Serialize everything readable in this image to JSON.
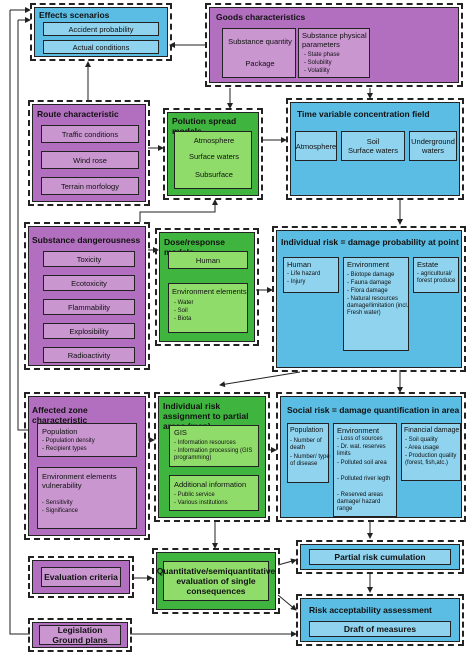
{
  "effects": {
    "title": "Effects scenarios",
    "items": [
      "Accident probability",
      "Actual conditions"
    ]
  },
  "goods": {
    "title": "Goods characteristics",
    "left": [
      "Substance quantity",
      "Package"
    ],
    "right_title": "Substance physical parameters",
    "right_items": [
      "- State phase",
      "- Solubility",
      "- Volatility"
    ]
  },
  "route": {
    "title": "Route characteristic",
    "items": [
      "Traffic conditions",
      "Wind rose",
      "Terrain morfology"
    ]
  },
  "pollution": {
    "title": "Polution spread models",
    "items": [
      "Atmosphere",
      "Surface waters",
      "Subsurface"
    ]
  },
  "timevar": {
    "title": "Time variable concentration field",
    "items": [
      "Atmosphere",
      "Soil\nSurface waters",
      "Underground waters"
    ]
  },
  "substance": {
    "title": "Substance dangerousness",
    "items": [
      "Toxicity",
      "Ecotoxicity",
      "Flammability",
      "Explosibility",
      "Radioactivity"
    ]
  },
  "dose": {
    "title": "Dose/response models",
    "human": "Human",
    "env_title": "Environment elements",
    "env_items": [
      "- Water",
      "- Soil",
      "- Biota"
    ]
  },
  "individual": {
    "title": "Individual risk = damage probability at point",
    "human_title": "Human",
    "human_items": [
      "- Life hazard",
      "- Injury"
    ],
    "env_title": "Environment",
    "env_items": [
      "- Biotope damage",
      "- Fauna damage",
      "- Flora damage",
      "- Natural resources damage/limitation (incl. Fresh water)"
    ],
    "estate_title": "Estate",
    "estate_items": [
      "- agricultural/ forest produce"
    ]
  },
  "affected": {
    "title": "Affected zone characteristic",
    "pop_title": "Population",
    "pop_items": [
      "- Population density",
      "- Recipient types"
    ],
    "env_title": "Environment elements vulnerability",
    "env_items": [
      "- Sensitivity",
      "- Significance"
    ]
  },
  "assign": {
    "title": "Individual risk assignment to partial areas (map)",
    "gis_title": "GIS",
    "gis_items": [
      "- Information resources",
      "- Information processing (GIS programming)"
    ],
    "add_title": "Additional information",
    "add_items": [
      "- Public service",
      "- Various institutions"
    ]
  },
  "social": {
    "title": "Social risk = damage quantification in area",
    "pop_title": "Population",
    "pop_items": [
      "- Number of death",
      "- Number/ type of disease"
    ],
    "env_title": "Environment",
    "env_items": [
      "- Loss of sources",
      "- Dr. wat. reserves limits",
      "- Polluted soil area",
      "- Polluted river legth",
      "- Reserved areas damage/ hazard range"
    ],
    "fin_title": "Financial damage",
    "fin_items": [
      "- Soil quality",
      "- Area usage",
      "- Production quality (forest, fish,atc.)"
    ]
  },
  "evaluation": {
    "title": "Evaluation criteria"
  },
  "quant": {
    "title": "Quantitative/semiquantitative evaluation of single consequences"
  },
  "partial": {
    "title": "Partial risk cumulation"
  },
  "accept": {
    "title": "Risk acceptability assessment",
    "draft": "Draft of measures"
  },
  "legis": {
    "title": "Legislation\nGround plans"
  }
}
